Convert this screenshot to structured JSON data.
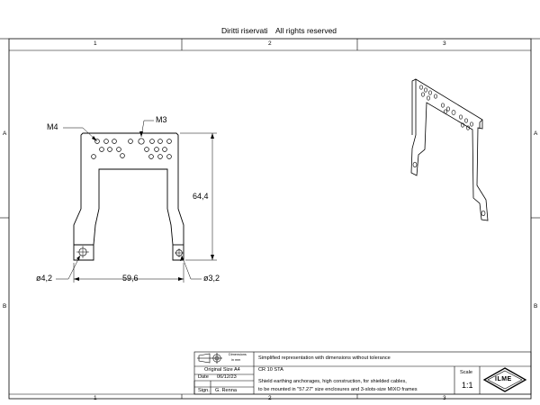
{
  "header": {
    "rights_it": "Diritti riservati",
    "rights_en": "All rights reserved"
  },
  "zones": {
    "columns": [
      "1",
      "2",
      "3"
    ],
    "rows": [
      "A",
      "B"
    ]
  },
  "drawing": {
    "callout_m4": "M4",
    "callout_m3": "M3",
    "dim_height": "64,4",
    "dim_width": "59,6",
    "dim_hole_left": "ø4,2",
    "dim_hole_right": "ø3,2"
  },
  "title_block": {
    "dimensions_label_1": "Dimensions",
    "dimensions_label_2": "in mm",
    "note": "Simplified representation with dimensions without tolerance",
    "original_size": "Original Size A4",
    "date_label": "Date",
    "date_value": "06/12/23",
    "sign_label": "Sign.",
    "sign_value": "G. Renna",
    "product_code": "CR 10 STA",
    "description_1": "Shield earthing anchorages, high construction, for shielded cables,",
    "description_2": "to be mounted in \"57.27\" size enclosures and 3-slots-size MIXO frames",
    "scale_label": "Scale",
    "scale_value": "1:1",
    "logo_text": "ILME"
  }
}
